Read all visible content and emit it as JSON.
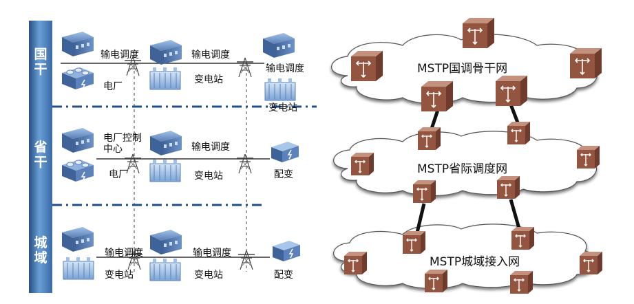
{
  "tiers": {
    "national": "国干",
    "provincial": "省干",
    "city": "城域"
  },
  "left": {
    "row1": {
      "link1": "输电调度",
      "link2": "输电调度",
      "link3": "输电调度",
      "plant": "电厂",
      "substation": "变电站",
      "substation_right": "变电站"
    },
    "row2": {
      "dispatch_center": "电厂控制中心",
      "plant": "电厂",
      "link": "输电调度",
      "substation": "变电站",
      "distribution": "配变"
    },
    "row3": {
      "link1": "输电调度",
      "link2": "输电调度",
      "substation1": "变电站",
      "substation2": "变电站",
      "distribution": "配变"
    }
  },
  "right": {
    "backbone": "MSTP国调骨干网",
    "provincial": "MSTP省际调度网",
    "access": "MSTP城域接入网"
  },
  "colors": {
    "bar_dark": "#274e82",
    "bar_light": "#6a9fd6",
    "dash_line": "#1f4f8a",
    "router_dark": "#8a4f3c",
    "router_light": "#c9907c",
    "building": "#5b7fb5"
  }
}
